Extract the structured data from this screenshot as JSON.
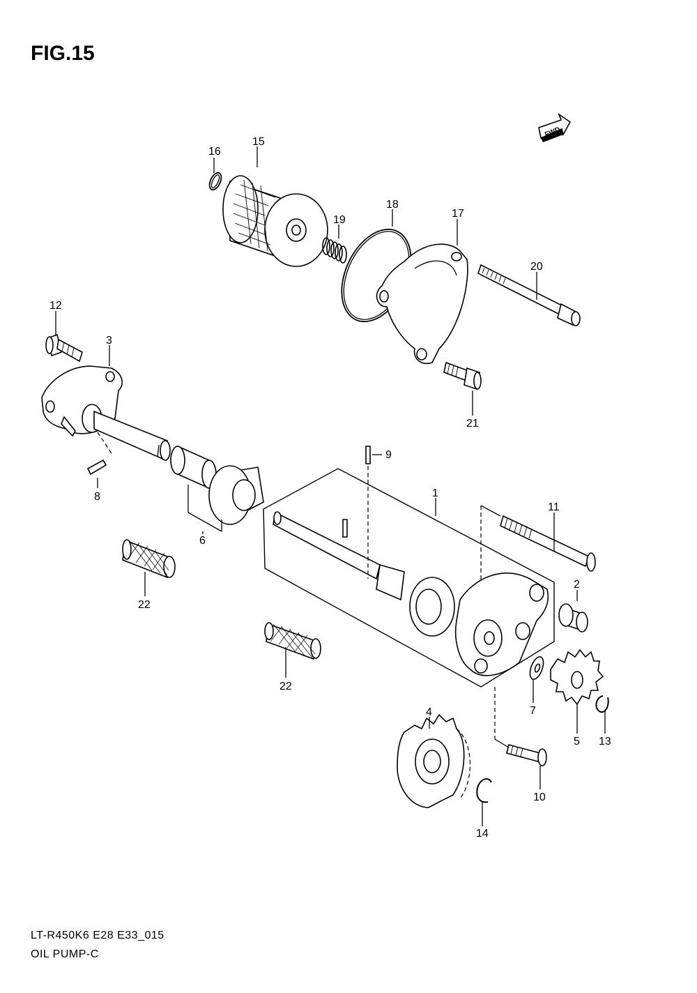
{
  "figure": {
    "title": "FIG.15",
    "code": "LT-R450K6 E28 E33_015",
    "name": "OIL PUMP-C",
    "fwd_label": "FWD"
  },
  "callouts": {
    "c1": "1",
    "c2": "2",
    "c3": "3",
    "c4": "4",
    "c5": "5",
    "c6": "6",
    "c7": "7",
    "c8": "8",
    "c9": "9",
    "c10": "10",
    "c11": "11",
    "c12": "12",
    "c13": "13",
    "c14": "14",
    "c15": "15",
    "c16": "16",
    "c17": "17",
    "c18": "18",
    "c19": "19",
    "c20": "20",
    "c21": "21",
    "c22a": "22",
    "c22b": "22"
  }
}
